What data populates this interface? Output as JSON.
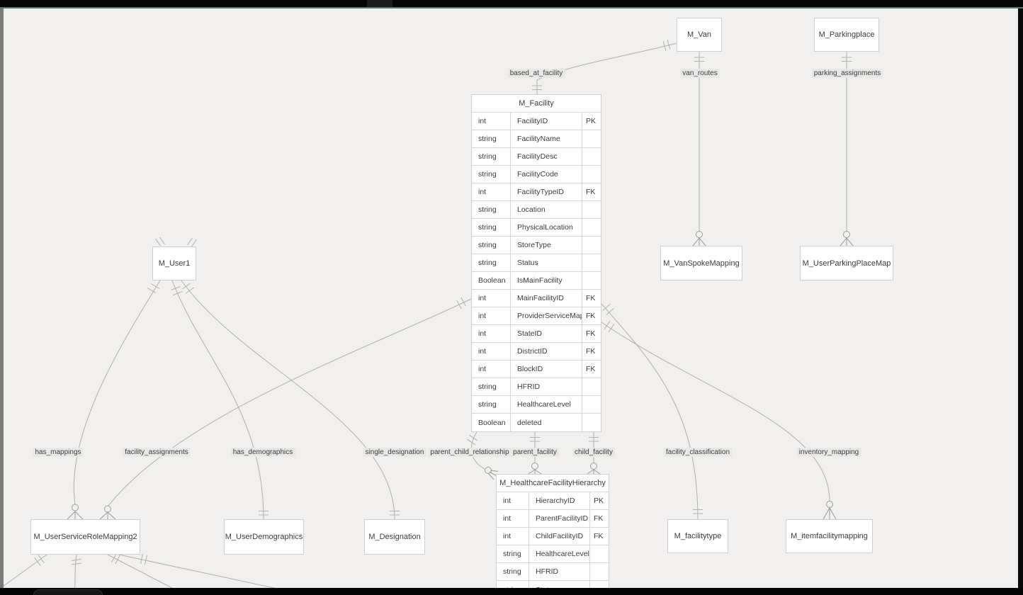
{
  "frame": {
    "top_bar_color": "#070707",
    "accent_color": "#5b7878",
    "canvas_color": "#f1f0ee"
  },
  "diagram": {
    "entities": [
      {
        "name": "M_Van"
      },
      {
        "name": "M_Parkingplace"
      },
      {
        "name": "M_User1"
      },
      {
        "name": "M_VanSpokeMapping"
      },
      {
        "name": "M_UserParkingPlaceMap"
      },
      {
        "name": "M_UserServiceRoleMapping2"
      },
      {
        "name": "M_UserDemographics"
      },
      {
        "name": "M_Designation"
      },
      {
        "name": "M_facilitytype"
      },
      {
        "name": "M_itemfacilitymapping"
      }
    ],
    "tables": [
      {
        "name": "M_Facility",
        "rows": [
          {
            "type": "int",
            "name": "FacilityID",
            "key": "PK"
          },
          {
            "type": "string",
            "name": "FacilityName",
            "key": ""
          },
          {
            "type": "string",
            "name": "FacilityDesc",
            "key": ""
          },
          {
            "type": "string",
            "name": "FacilityCode",
            "key": ""
          },
          {
            "type": "int",
            "name": "FacilityTypeID",
            "key": "FK"
          },
          {
            "type": "string",
            "name": "Location",
            "key": ""
          },
          {
            "type": "string",
            "name": "PhysicalLocation",
            "key": ""
          },
          {
            "type": "string",
            "name": "StoreType",
            "key": ""
          },
          {
            "type": "string",
            "name": "Status",
            "key": ""
          },
          {
            "type": "Boolean",
            "name": "IsMainFacility",
            "key": ""
          },
          {
            "type": "int",
            "name": "MainFacilityID",
            "key": "FK"
          },
          {
            "type": "int",
            "name": "ProviderServiceMapID",
            "key": "FK"
          },
          {
            "type": "int",
            "name": "StateID",
            "key": "FK"
          },
          {
            "type": "int",
            "name": "DistrictID",
            "key": "FK"
          },
          {
            "type": "int",
            "name": "BlockID",
            "key": "FK"
          },
          {
            "type": "string",
            "name": "HFRID",
            "key": ""
          },
          {
            "type": "string",
            "name": "HealthcareLevel",
            "key": ""
          },
          {
            "type": "Boolean",
            "name": "deleted",
            "key": ""
          }
        ]
      },
      {
        "name": "M_HealthcareFacilityHierarchy",
        "rows": [
          {
            "type": "int",
            "name": "HierarchyID",
            "key": "PK"
          },
          {
            "type": "int",
            "name": "ParentFacilityID",
            "key": "FK"
          },
          {
            "type": "int",
            "name": "ChildFacilityID",
            "key": "FK"
          },
          {
            "type": "string",
            "name": "HealthcareLevel",
            "key": ""
          },
          {
            "type": "string",
            "name": "HFRID",
            "key": ""
          },
          {
            "type": "string",
            "name": "Status",
            "key": ""
          }
        ]
      }
    ],
    "relationships": [
      "based_at_facility",
      "van_routes",
      "parking_assignments",
      "has_mappings",
      "facility_assignments",
      "has_demographics",
      "single_designation",
      "parent_child_relationship",
      "parent_facility",
      "child_facility",
      "facility_classification",
      "inventory_mapping"
    ]
  }
}
